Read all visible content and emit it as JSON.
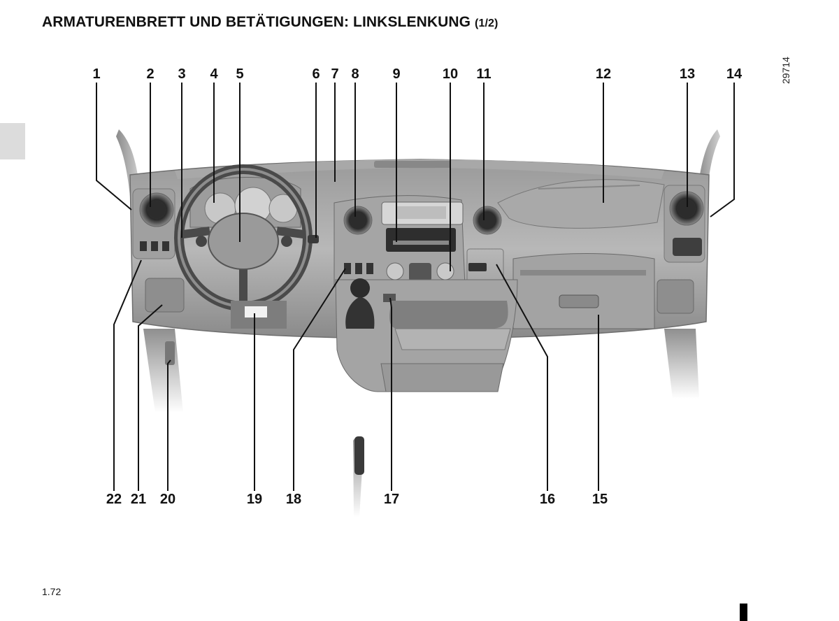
{
  "page": {
    "title": "ARMATURENBRETT UND BETÄTIGUNGEN: LINKSLENKUNG",
    "title_suffix": "(1/2)",
    "figure_id": "29714",
    "page_number": "1.72"
  },
  "callouts": {
    "top": [
      "1",
      "2",
      "3",
      "4",
      "5",
      "6",
      "7",
      "8",
      "9",
      "10",
      "11",
      "12",
      "13",
      "14"
    ],
    "bottom": [
      "22",
      "21",
      "20",
      "19",
      "18",
      "17",
      "16",
      "15"
    ]
  }
}
